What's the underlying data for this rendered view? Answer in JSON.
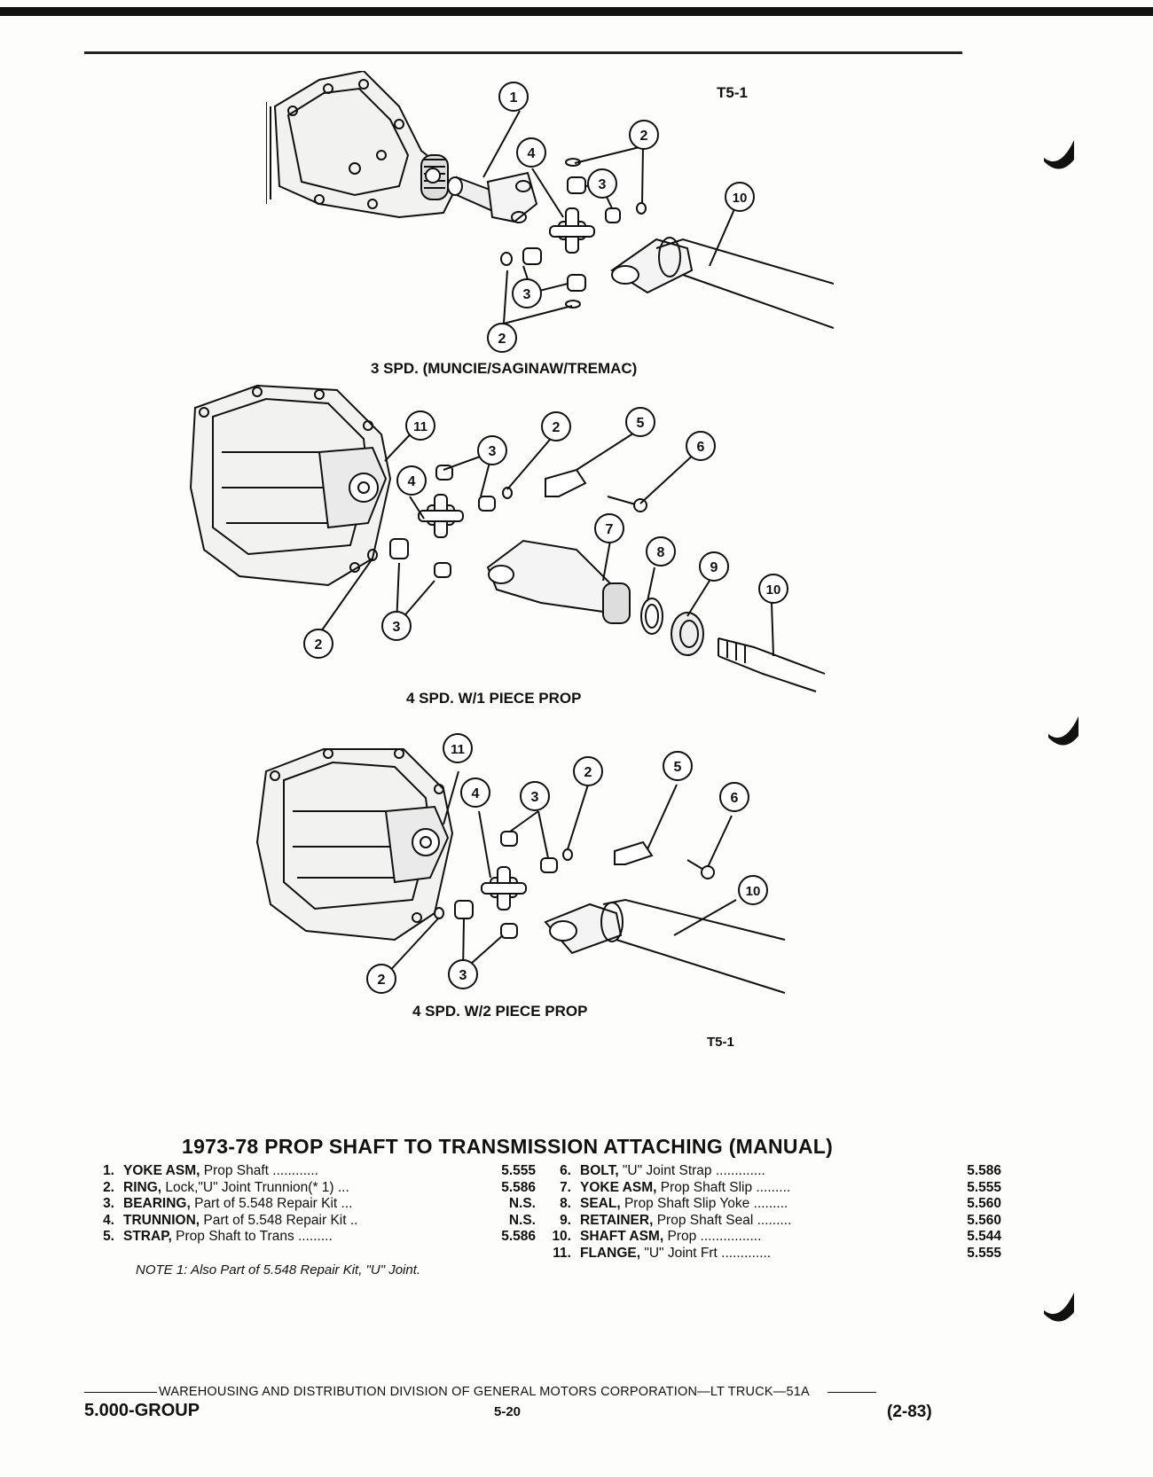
{
  "figures": [
    {
      "caption": "3 SPD. (MUNCIE/SAGINAW/TREMAC)",
      "code": "T5-1",
      "callouts": [
        "1",
        "2",
        "3",
        "4",
        "3",
        "2",
        "10"
      ]
    },
    {
      "caption": "4 SPD. W/1 PIECE PROP",
      "callouts": [
        "11",
        "4",
        "3",
        "2",
        "5",
        "6",
        "7",
        "8",
        "9",
        "10",
        "2",
        "3"
      ]
    },
    {
      "caption": "4 SPD. W/2 PIECE PROP",
      "code": "T5-1",
      "callouts": [
        "11",
        "4",
        "3",
        "2",
        "5",
        "6",
        "10",
        "2",
        "3"
      ]
    }
  ],
  "title": "1973-78 PROP SHAFT TO TRANSMISSION ATTACHING (MANUAL)",
  "parts_left": [
    {
      "num": "1.",
      "name": "YOKE ASM,",
      "desc": " Prop Shaft ............",
      "code": "5.555"
    },
    {
      "num": "2.",
      "name": "RING,",
      "desc": " Lock,\"U\" Joint Trunnion(* 1) ...",
      "code": "5.586"
    },
    {
      "num": "3.",
      "name": "BEARING,",
      "desc": " Part of 5.548 Repair Kit ...",
      "code": "N.S."
    },
    {
      "num": "4.",
      "name": "TRUNNION,",
      "desc": " Part of 5.548 Repair Kit ..",
      "code": "N.S."
    },
    {
      "num": "5.",
      "name": "STRAP,",
      "desc": " Prop Shaft to Trans .........",
      "code": "5.586"
    }
  ],
  "parts_right": [
    {
      "num": "6.",
      "name": "BOLT,",
      "desc": " \"U\" Joint Strap .............",
      "code": "5.586"
    },
    {
      "num": "7.",
      "name": "YOKE ASM,",
      "desc": " Prop Shaft Slip .........",
      "code": "5.555"
    },
    {
      "num": "8.",
      "name": "SEAL,",
      "desc": " Prop Shaft Slip Yoke .........",
      "code": "5.560"
    },
    {
      "num": "9.",
      "name": "RETAINER,",
      "desc": " Prop Shaft Seal .........",
      "code": "5.560"
    },
    {
      "num": "10.",
      "name": "SHAFT ASM,",
      "desc": " Prop ................",
      "code": "5.544"
    },
    {
      "num": "11.",
      "name": "FLANGE,",
      "desc": " \"U\" Joint Frt .............",
      "code": "5.555"
    }
  ],
  "note": "NOTE 1: Also Part of 5.548 Repair Kit, \"U\" Joint.",
  "footer": {
    "line": "WAREHOUSING AND DISTRIBUTION  DIVISION OF GENERAL MOTORS CORPORATION—LT TRUCK—51A",
    "group": "5.000-GROUP",
    "page": "5-20",
    "date": "(2-83)"
  }
}
